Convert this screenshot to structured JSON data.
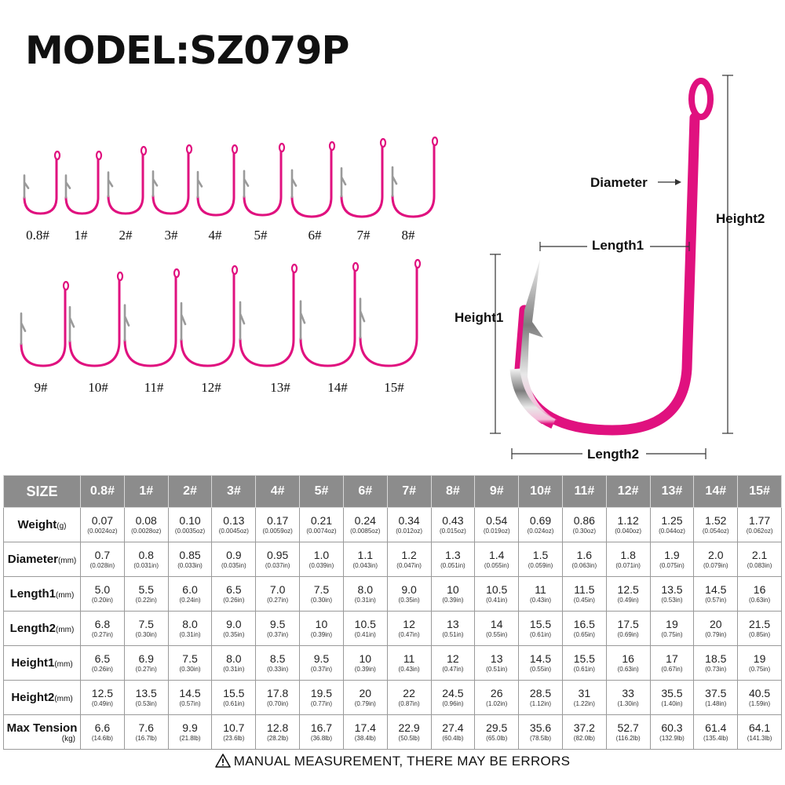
{
  "title": "MODEL:SZ079P",
  "hook_sizes": [
    "0.8#",
    "1#",
    "2#",
    "3#",
    "4#",
    "5#",
    "6#",
    "7#",
    "8#",
    "9#",
    "10#",
    "11#",
    "12#",
    "13#",
    "14#",
    "15#"
  ],
  "diagram": {
    "diameter": "Diameter",
    "length1": "Length1",
    "height1": "Height1",
    "height2": "Height2",
    "length2": "Length2"
  },
  "colors": {
    "hook_pink": "#e0117f",
    "header_gray": "#8c8c8c"
  },
  "table": {
    "size_header": "SIZE",
    "sizes": [
      "0.8#",
      "1#",
      "2#",
      "3#",
      "4#",
      "5#",
      "6#",
      "7#",
      "8#",
      "9#",
      "10#",
      "11#",
      "12#",
      "13#",
      "14#",
      "15#"
    ],
    "rows": [
      {
        "label": "Weight",
        "unit": "(g)",
        "sub": "",
        "values": [
          "0.07",
          "0.08",
          "0.10",
          "0.13",
          "0.17",
          "0.21",
          "0.24",
          "0.34",
          "0.43",
          "0.54",
          "0.69",
          "0.86",
          "1.12",
          "1.25",
          "1.52",
          "1.77"
        ],
        "subvalues": [
          "(0.0024oz)",
          "(0.0028oz)",
          "(0.0035oz)",
          "(0.0045oz)",
          "(0.0059oz)",
          "(0.0074oz)",
          "(0.0085oz)",
          "(0.012oz)",
          "(0.015oz)",
          "(0.019oz)",
          "(0.024oz)",
          "(0.30oz)",
          "(0.040oz)",
          "(0.044oz)",
          "(0.054oz)",
          "(0.062oz)"
        ]
      },
      {
        "label": "Diameter",
        "unit": "(mm)",
        "sub": "",
        "values": [
          "0.7",
          "0.8",
          "0.85",
          "0.9",
          "0.95",
          "1.0",
          "1.1",
          "1.2",
          "1.3",
          "1.4",
          "1.5",
          "1.6",
          "1.8",
          "1.9",
          "2.0",
          "2.1"
        ],
        "subvalues": [
          "(0.028in)",
          "(0.031in)",
          "(0.033in)",
          "(0.035in)",
          "(0.037in)",
          "(0.039in)",
          "(0.043in)",
          "(0.047in)",
          "(0.051in)",
          "(0.055in)",
          "(0.059in)",
          "(0.063in)",
          "(0.071in)",
          "(0.075in)",
          "(0.079in)",
          "(0.083in)"
        ]
      },
      {
        "label": "Length1",
        "unit": "(mm)",
        "sub": "",
        "values": [
          "5.0",
          "5.5",
          "6.0",
          "6.5",
          "7.0",
          "7.5",
          "8.0",
          "9.0",
          "10",
          "10.5",
          "11",
          "11.5",
          "12.5",
          "13.5",
          "14.5",
          "16"
        ],
        "subvalues": [
          "(0.20in)",
          "(0.22in)",
          "(0.24in)",
          "(0.26in)",
          "(0.27in)",
          "(0.30in)",
          "(0.31in)",
          "(0.35in)",
          "(0.39in)",
          "(0.41in)",
          "(0.43in)",
          "(0.45in)",
          "(0.49in)",
          "(0.53in)",
          "(0.57in)",
          "(0.63in)"
        ]
      },
      {
        "label": "Length2",
        "unit": "(mm)",
        "sub": "",
        "values": [
          "6.8",
          "7.5",
          "8.0",
          "9.0",
          "9.5",
          "10",
          "10.5",
          "12",
          "13",
          "14",
          "15.5",
          "16.5",
          "17.5",
          "19",
          "20",
          "21.5"
        ],
        "subvalues": [
          "(0.27in)",
          "(0.30in)",
          "(0.31in)",
          "(0.35in)",
          "(0.37in)",
          "(0.39in)",
          "(0.41in)",
          "(0.47in)",
          "(0.51in)",
          "(0.55in)",
          "(0.61in)",
          "(0.65in)",
          "(0.69in)",
          "(0.75in)",
          "(0.79in)",
          "(0.85in)"
        ]
      },
      {
        "label": "Height1",
        "unit": "(mm)",
        "sub": "",
        "values": [
          "6.5",
          "6.9",
          "7.5",
          "8.0",
          "8.5",
          "9.5",
          "10",
          "11",
          "12",
          "13",
          "14.5",
          "15.5",
          "16",
          "17",
          "18.5",
          "19"
        ],
        "subvalues": [
          "(0.26in)",
          "(0.27in)",
          "(0.30in)",
          "(0.31in)",
          "(0.33in)",
          "(0.37in)",
          "(0.39in)",
          "(0.43in)",
          "(0.47in)",
          "(0.51in)",
          "(0.55in)",
          "(0.61in)",
          "(0.63in)",
          "(0.67in)",
          "(0.73in)",
          "(0.75in)"
        ]
      },
      {
        "label": "Height2",
        "unit": "(mm)",
        "sub": "",
        "values": [
          "12.5",
          "13.5",
          "14.5",
          "15.5",
          "17.8",
          "19.5",
          "20",
          "22",
          "24.5",
          "26",
          "28.5",
          "31",
          "33",
          "35.5",
          "37.5",
          "40.5"
        ],
        "subvalues": [
          "(0.49in)",
          "(0.53in)",
          "(0.57in)",
          "(0.61in)",
          "(0.70in)",
          "(0.77in)",
          "(0.79in)",
          "(0.87in)",
          "(0.96in)",
          "(1.02in)",
          "(1.12in)",
          "(1.22in)",
          "(1.30in)",
          "(1.40in)",
          "(1.48in)",
          "(1.59in)"
        ]
      },
      {
        "label": "Max Tension",
        "unit": "",
        "sub": "(kg)",
        "values": [
          "6.6",
          "7.6",
          "9.9",
          "10.7",
          "12.8",
          "16.7",
          "17.4",
          "22.9",
          "27.4",
          "29.5",
          "35.6",
          "37.2",
          "52.7",
          "60.3",
          "61.4",
          "64.1"
        ],
        "subvalues": [
          "(14.6lb)",
          "(16.7lb)",
          "(21.8lb)",
          "(23.6lb)",
          "(28.2lb)",
          "(36.8lb)",
          "(38.4lb)",
          "(50.5lb)",
          "(60.4lb)",
          "(65.0lb)",
          "(78.5lb)",
          "(82.0lb)",
          "(116.2lb)",
          "(132.9lb)",
          "(135.4lb)",
          "(141.3lb)"
        ]
      }
    ]
  },
  "note": "MANUAL MEASUREMENT, THERE MAY BE ERRORS"
}
